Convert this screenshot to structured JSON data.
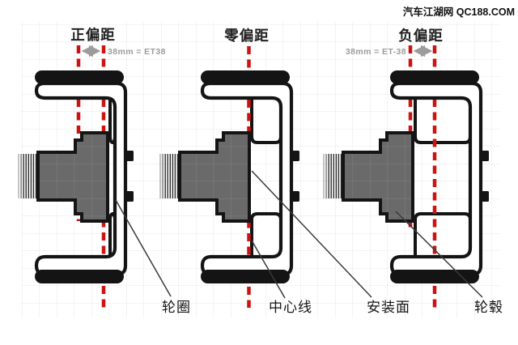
{
  "watermark": "汽车江湖网 QC188.COM",
  "colors": {
    "dash_red": "#cb1312",
    "annotation_gray": "#9c9c9c",
    "hub_gray": "#6a6a6a",
    "grid_line": "#e8e8e8",
    "outline_black": "#141414"
  },
  "diagrams": [
    {
      "title": "正偏距",
      "offset_label": "38mm = ET38"
    },
    {
      "title": "零偏距",
      "offset_label": ""
    },
    {
      "title": "负偏距",
      "offset_label": "38mm = ET-38"
    }
  ],
  "part_labels": {
    "rim": "轮圈",
    "centerline": "中心线",
    "mounting_surface": "安装面",
    "hub": "轮毂"
  }
}
